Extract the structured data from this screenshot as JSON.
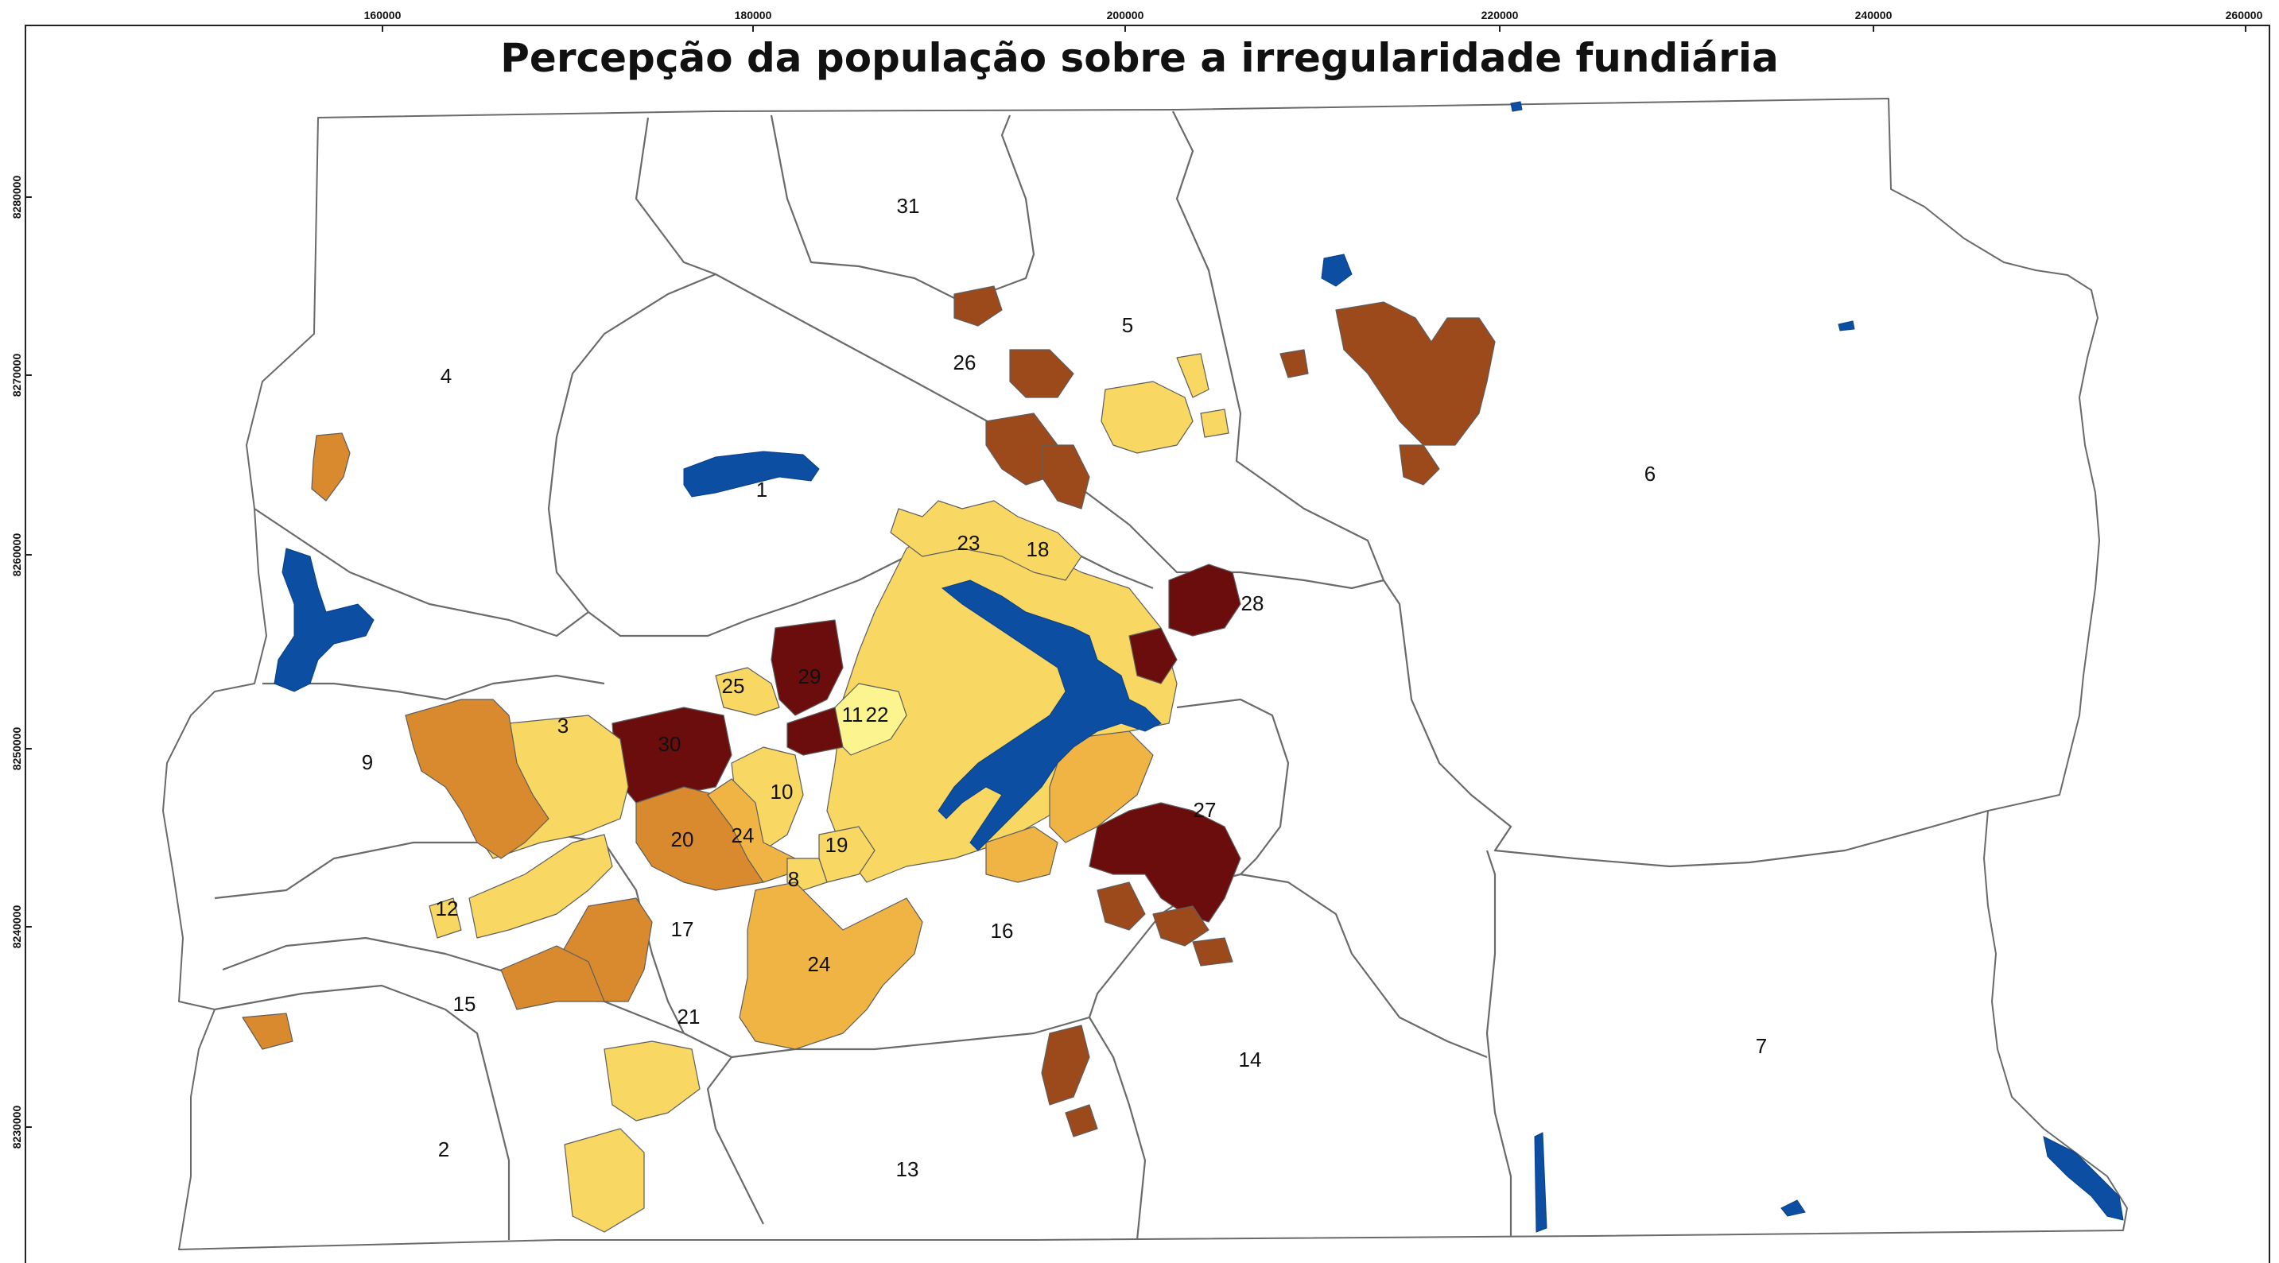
{
  "title": "Percepção da população sobre a irregularidade fundiária",
  "axis": {
    "x_ticks": [
      "160000",
      "180000",
      "200000",
      "220000",
      "240000",
      "260000"
    ],
    "y_ticks": [
      "8280000",
      "8270000",
      "8260000",
      "8250000",
      "8240000",
      "8230000"
    ]
  },
  "zone_labels": [
    "1",
    "2",
    "3",
    "4",
    "5",
    "6",
    "7",
    "8",
    "9",
    "10",
    "11",
    "12",
    "13",
    "14",
    "15",
    "16",
    "17",
    "18",
    "19",
    "20",
    "21",
    "22",
    "23",
    "24",
    "24",
    "25",
    "26",
    "27",
    "28",
    "29",
    "30",
    "31"
  ],
  "colors": {
    "level_1": "#fbf48f",
    "level_2": "#f8d862",
    "level_3": "#f0b445",
    "level_4": "#d98a2e",
    "level_5": "#9c4a1c",
    "level_6": "#6b0d0d",
    "water": "#0b4ea2",
    "boundary": "#6a6a6a"
  }
}
